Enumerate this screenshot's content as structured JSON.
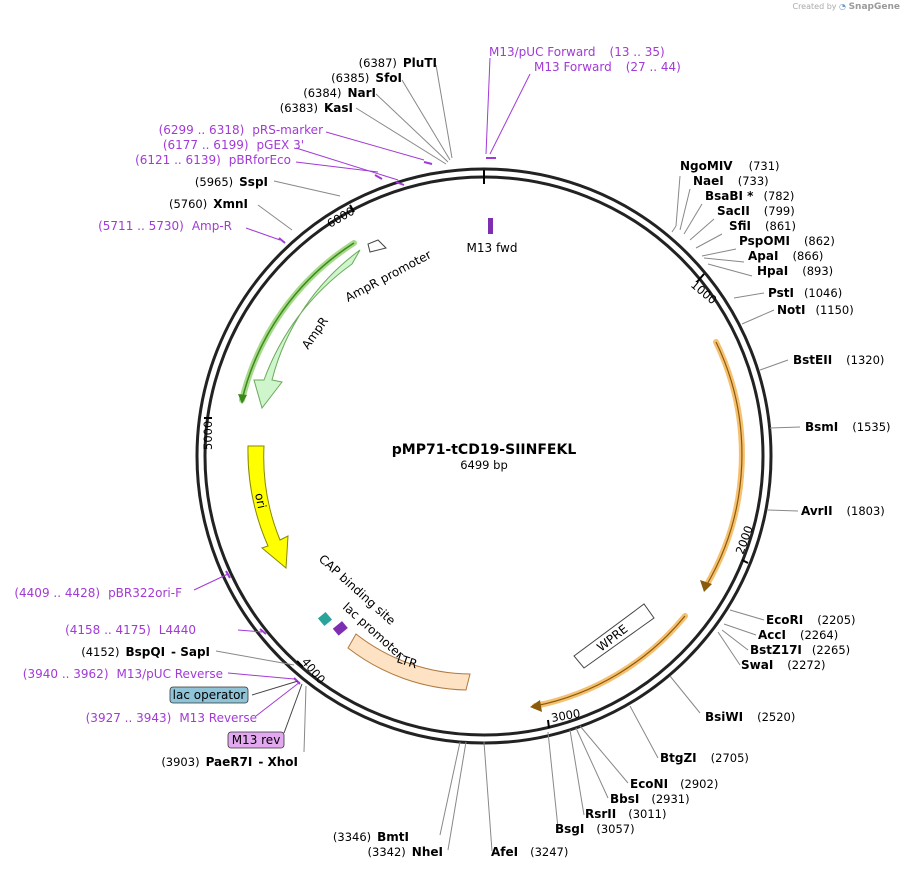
{
  "credit": {
    "created_by": "Created by",
    "brand": "SnapGene"
  },
  "plasmid": {
    "name": "pMP71-tCD19-SIINFEKL",
    "length_label": "6499 bp"
  },
  "ticks": [
    "1000",
    "2000",
    "3000",
    "4000",
    "5000",
    "6000"
  ],
  "sites_right": [
    {
      "name": "NgoMIV",
      "pos": "(731)"
    },
    {
      "name": "NaeI",
      "pos": "(733)"
    },
    {
      "name": "BsaBI *",
      "pos": "(782)"
    },
    {
      "name": "SacII",
      "pos": "(799)"
    },
    {
      "name": "SfiI",
      "pos": "(861)"
    },
    {
      "name": "PspOMI",
      "pos": "(862)"
    },
    {
      "name": "ApaI",
      "pos": "(866)"
    },
    {
      "name": "HpaI",
      "pos": "(893)"
    },
    {
      "name": "PstI",
      "pos": "(1046)"
    },
    {
      "name": "NotI",
      "pos": "(1150)"
    },
    {
      "name": "BstEII",
      "pos": "(1320)"
    },
    {
      "name": "BsmI",
      "pos": "(1535)"
    },
    {
      "name": "AvrII",
      "pos": "(1803)"
    },
    {
      "name": "EcoRI",
      "pos": "(2205)"
    },
    {
      "name": "AccI",
      "pos": "(2264)"
    },
    {
      "name": "BstZ17I",
      "pos": "(2265)"
    },
    {
      "name": "SwaI",
      "pos": "(2272)"
    },
    {
      "name": "BsiWI",
      "pos": "(2520)"
    },
    {
      "name": "BtgZI",
      "pos": "(2705)"
    },
    {
      "name": "EcoNI",
      "pos": "(2902)"
    },
    {
      "name": "BbsI",
      "pos": "(2931)"
    },
    {
      "name": "RsrII",
      "pos": "(3011)"
    },
    {
      "name": "BsgI",
      "pos": "(3057)"
    },
    {
      "name": "AfeI",
      "pos": "(3247)"
    }
  ],
  "sites_left": [
    {
      "name": "PluTI",
      "pos": "(6387)"
    },
    {
      "name": "SfoI",
      "pos": "(6385)"
    },
    {
      "name": "NarI",
      "pos": "(6384)"
    },
    {
      "name": "KasI",
      "pos": "(6383)"
    },
    {
      "name": "SspI",
      "pos": "(5965)"
    },
    {
      "name": "XmnI",
      "pos": "(5760)"
    },
    {
      "name": "BspQI",
      "pos": "(4152)",
      "extra": "- SapI"
    },
    {
      "name": "PaeR7I",
      "pos": "(3903)",
      "extra": "- XhoI"
    },
    {
      "name": "BmtI",
      "pos": "(3346)"
    },
    {
      "name": "NheI",
      "pos": "(3342)"
    }
  ],
  "primers": [
    {
      "name": "M13/pUC Forward",
      "range": "(13 .. 35)"
    },
    {
      "name": "M13 Forward",
      "range": "(27 .. 44)"
    },
    {
      "name": "pRS-marker",
      "range": "(6299 .. 6318)"
    },
    {
      "name": "pGEX 3'",
      "range": "(6177 .. 6199)"
    },
    {
      "name": "pBRforEco",
      "range": "(6121 .. 6139)"
    },
    {
      "name": "Amp-R",
      "range": "(5711 .. 5730)"
    },
    {
      "name": "pBR322ori-F",
      "range": "(4409 .. 4428)"
    },
    {
      "name": "L4440",
      "range": "(4158 .. 4175)"
    },
    {
      "name": "M13/pUC Reverse",
      "range": "(3940 .. 3962)"
    },
    {
      "name": "M13 Reverse",
      "range": "(3927 .. 3943)"
    }
  ],
  "boxed_labels": {
    "lac_operator": "lac operator",
    "m13_rev": "M13 rev"
  },
  "features": {
    "m13_fwd": "M13 fwd",
    "ampr_promoter": "AmpR promoter",
    "ampr": "AmpR",
    "ori": "ori",
    "cap": "CAP binding site",
    "lac_promoter": "lac promoter",
    "ltr": "LTR",
    "wpre": "WPRE"
  },
  "colors": {
    "primer": "#a23ad6",
    "ampr": "#cff5cc",
    "ampr_line": "#3a8a1a",
    "ori": "#ffff00",
    "ltr": "#fde2c4",
    "orf_arc": "#f5c070",
    "orf_line": "#8a5a0a",
    "lac_operator": "#8fc4d8",
    "m13_rev": "#e3a9f0",
    "lac_promoter": "#7e2eb0"
  }
}
